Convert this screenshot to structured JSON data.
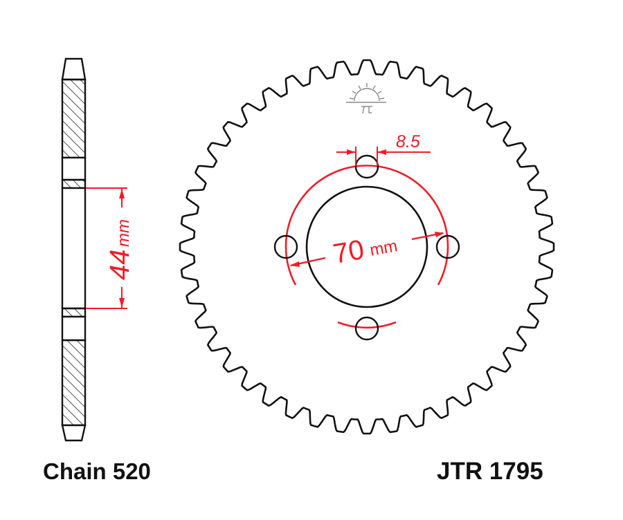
{
  "side_view": {
    "hub_width_value": "44",
    "hub_width_unit": "mm",
    "chain_label": "Chain 520"
  },
  "front_view": {
    "bolt_circle_value": "70",
    "bolt_circle_unit": "mm",
    "bolt_hole_diameter": "8.5",
    "part_number": "JTR 1795",
    "logo_icon": "jt-sun-logo"
  },
  "colors": {
    "outline": "#111111",
    "dimension": "#ee1c25",
    "logo": "#8a8a8a"
  }
}
